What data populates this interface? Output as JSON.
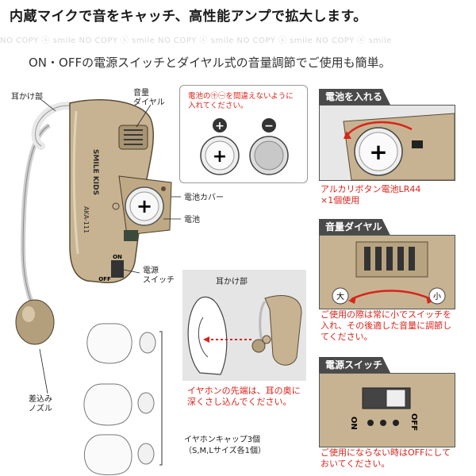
{
  "headline": "内蔵マイクで音をキャッチ、高性能アンプで拡大します。",
  "subline": "ON・OFFの電源スイッチとダイヤル式の音量調節でご使用も簡単。",
  "watermark": "NO COPY ⓢ smile NO COPY ⓢ smile NO COPY ⓢ smile NO COPY ⓢ smile NO COPY ⓢ smile",
  "device": {
    "brand": "SMILE KIDS",
    "model": "AKA-111",
    "on_label": "ON",
    "off_label": "OFF",
    "plus": "+"
  },
  "labels": {
    "ear_hook": "耳かけ部",
    "volume_dial": "音量\nダイヤル",
    "battery_cover": "電池カバー",
    "battery": "電池",
    "power_switch": "電源\nスイッチ",
    "nozzle": "差込み\nノズル",
    "ear_hook2": "耳かけ部",
    "earcap": "イヤホンキャップ3個",
    "earcap_sizes": "（S,M,Lサイズ各1個）",
    "earphone_note": "イヤホンの先端は、耳の奥に深くさし込んでください。"
  },
  "note_box": {
    "text": "電池の㊉㊀を間違えないように入れてください。",
    "plus": "+",
    "minus": "−"
  },
  "panels": {
    "battery": {
      "title": "電池を入れる",
      "caption": "アルカリボタン電池LR44\n×1個使用",
      "plus": "+"
    },
    "volume": {
      "title": "音量ダイヤル",
      "large": "大",
      "small": "小",
      "caption": "ご使用の際は常に小でスイッチを入れ、その後適した音量に調節してください。"
    },
    "power": {
      "title": "電源スイッチ",
      "on": "ON",
      "off": "OFF",
      "caption": "ご使用にならない時はOFFにしておいてください。"
    }
  },
  "colors": {
    "device_tan": "#c7b392",
    "device_dark": "#8f7d5e",
    "accent_red": "#d9231b",
    "panel_title_bg": "#4a4a4a"
  }
}
